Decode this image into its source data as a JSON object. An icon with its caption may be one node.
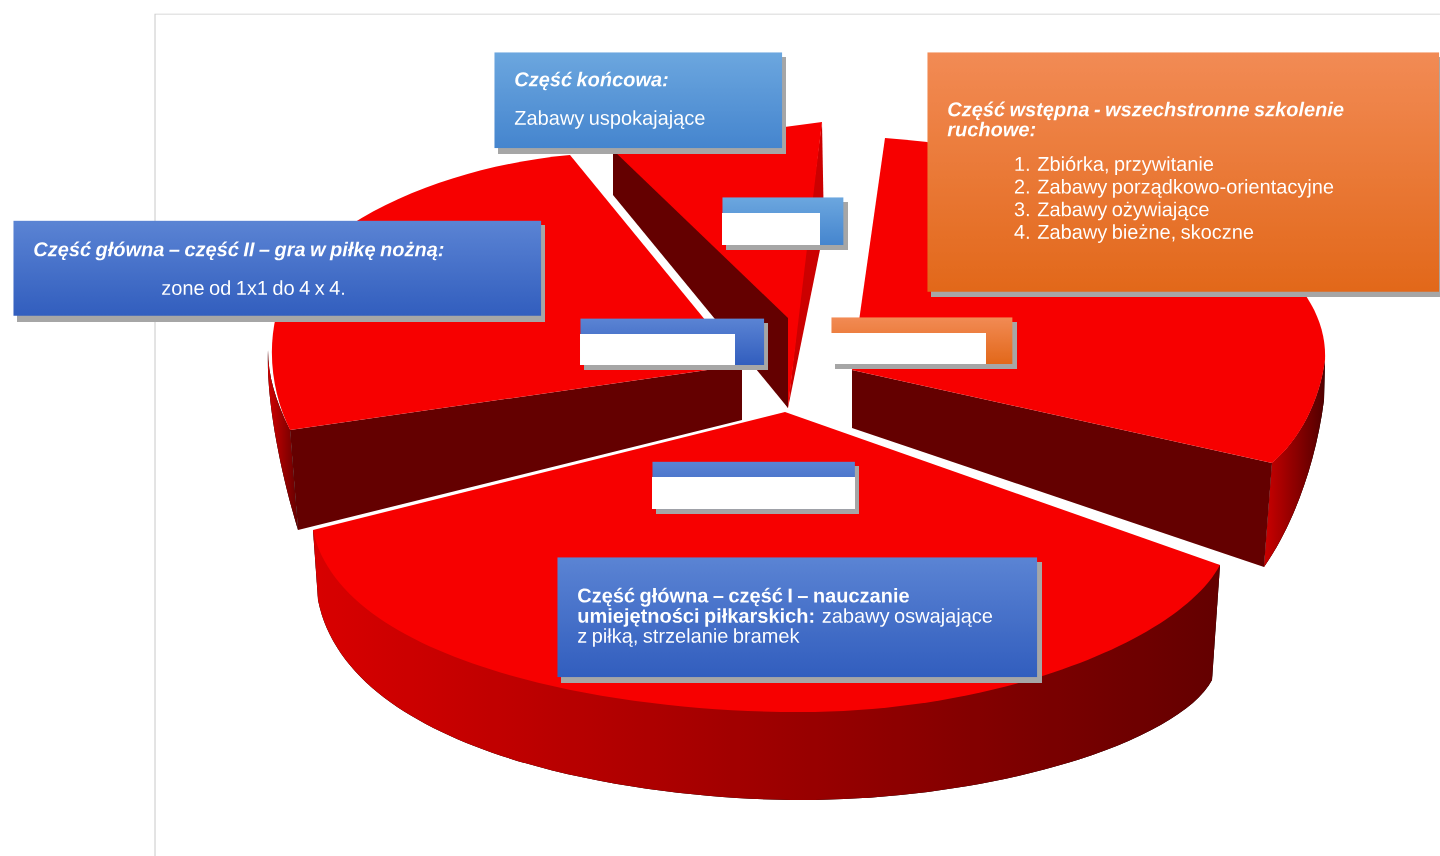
{
  "diagram": {
    "nodes": [
      {
        "text": [
          "Część końcowa:",
          "Zabawy uspokajające"
        ]
      },
      {
        "text": [
          "Część wstępna - wszechstronne szkolenie ruchowe:",
          "1. Zbiórka, przywitanie",
          "2. Zabawy porządkowo-orientacyjne",
          "3. Zabawy ożywiające",
          "4. Zabawy bieżne, skoczne"
        ]
      },
      {
        "text": [
          "Część główna – część II – gra w piłkę nożną:",
          "zone od 1x1 do 4 x 4."
        ]
      },
      {
        "text": [
          "**Część główna – część I – nauczanie umiejętności piłkarskich:** zabawy oswajające z piłką, strzelanie bramek"
        ]
      },
      {
        "text": [],
        "shape": "box"
      },
      {
        "text": [],
        "shape": "box"
      },
      {
        "text": [],
        "shape": "box"
      },
      {
        "text": [],
        "shape": "box"
      }
    ]
  }
}
